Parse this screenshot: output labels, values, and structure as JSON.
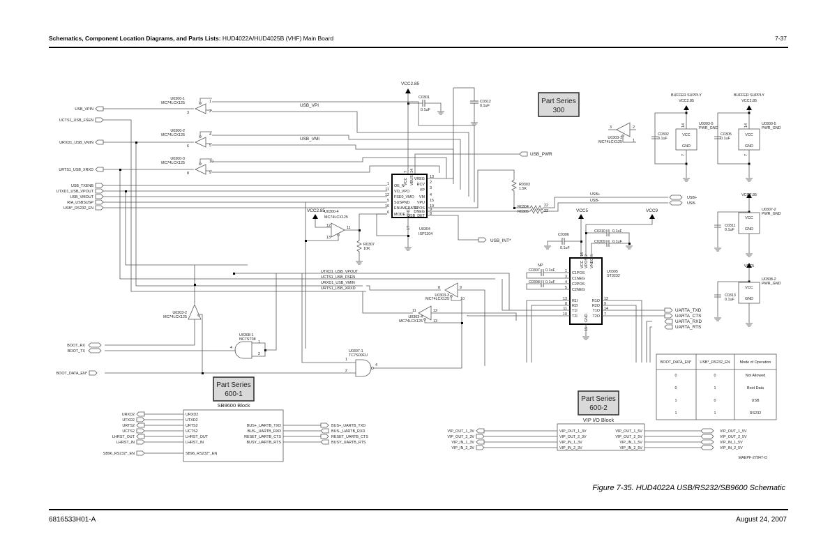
{
  "header": {
    "title_bold": "Schematics, Component Location Diagrams, and Parts Lists:",
    "title_rest": " HUD4022A/HUD4025B (VHF) Main Board",
    "page_number": "7-37"
  },
  "caption": "Figure 7-35. HUD4022A USB/RS232/SB9600 Schematic",
  "footer": {
    "doc_number": "6816533H01-A",
    "date": "August 24, 2007"
  },
  "drawing_id": "MAEPF-27847-O",
  "left_ports": [
    "USB_VPIN",
    "UCTS1_USB_FSEN",
    "URXD1_USB_VMIN",
    "URTS1_USB_XRXD",
    "USB_TXENB",
    "UTXD1_USB_VPOUT",
    "USB_VMOUT",
    "RIA_USBSUSP",
    "USB*_RS232_EN"
  ],
  "buffers": [
    {
      "ref": "U0300-1",
      "part": "MC74LCX125",
      "pins": [
        "1",
        "3",
        "2"
      ]
    },
    {
      "ref": "U0300-2",
      "part": "MC74LCX125",
      "pins": [
        "4",
        "6",
        "5"
      ]
    },
    {
      "ref": "U0300-3",
      "part": "MC74LCX125",
      "pins": [
        "10",
        "8",
        "9"
      ]
    },
    {
      "ref": "U0300-4",
      "part": "MC74LCX125",
      "pins": [
        "12",
        "11",
        "13"
      ]
    }
  ],
  "nets": {
    "usb_vpi": "USB_VPI",
    "usb_vmi": "USB_VMI",
    "usb_pwr": "USB_PWR",
    "usb_int": "USB_INT*",
    "usb_plus": "USB+",
    "usb_minus": "USB-"
  },
  "power": {
    "vcc285": "VCC2.85",
    "vcc5": "VCC5",
    "vcc9": "VCC9",
    "buffer_supply": "BUFFER SUPPLY"
  },
  "caps": {
    "c0301": {
      "ref": "C0301",
      "val": "0.1uF"
    },
    "c0312": {
      "ref": "C0312",
      "val": "0.1uF"
    },
    "c0302": {
      "ref": "C0302",
      "val": "0.1uF"
    },
    "c0305": {
      "ref": "C0305",
      "val": "0.1uF"
    },
    "c0306": {
      "ref": "C0306",
      "val": "0.1uF"
    },
    "c0310": {
      "ref": "C0310",
      "val": "0.1uF"
    },
    "c0309": {
      "ref": "C0309",
      "val": "0.1uF"
    },
    "c0307": {
      "ref": "C0307",
      "val": "0.1uF"
    },
    "c0308": {
      "ref": "C0308",
      "val": "0.1uF"
    },
    "c0311": {
      "ref": "C0311",
      "val": "0.1uF"
    },
    "c0313": {
      "ref": "C0313",
      "val": "0.1uF"
    },
    "np": "NP"
  },
  "resistors": {
    "r0303": {
      "ref": "R0303",
      "val": "1.5K"
    },
    "r0304": {
      "ref": "R0304",
      "val": "22"
    },
    "r0305": {
      "ref": "R0305",
      "val": "22"
    },
    "r0307": {
      "ref": "R0307",
      "val": "10K"
    }
  },
  "u0304": {
    "ref": "U0304",
    "part": "ISP1104",
    "left": [
      [
        "1",
        "OE_N"
      ],
      [
        "11",
        "VO_VPO"
      ],
      [
        "12",
        "FSE0_VMO"
      ],
      [
        "5",
        "SUSPND"
      ],
      [
        "16",
        "ENUMERATE"
      ],
      [
        "6",
        "MODE"
      ]
    ],
    "right": [
      [
        "13",
        "VREG"
      ],
      [
        "2",
        "RCV"
      ],
      [
        "3",
        "VP"
      ],
      [
        "4",
        "VM"
      ],
      [
        "15",
        "VPU"
      ],
      [
        "10",
        "DPOS"
      ],
      [
        "9",
        "DNEG"
      ],
      [
        "8",
        "USB_DET"
      ]
    ],
    "top": [
      [
        "7",
        "VCC"
      ],
      [
        "14",
        "VBUS"
      ]
    ],
    "bottom": [
      [
        "17",
        "GND"
      ]
    ]
  },
  "u0305": {
    "ref": "U0305",
    "part": "ST3232",
    "left": [
      [
        "1",
        "C1POS"
      ],
      [
        "3",
        "C1NEG"
      ],
      [
        "4",
        "C2POS"
      ],
      [
        "5",
        "C2NEG"
      ],
      [
        "13",
        "R1I"
      ],
      [
        "8",
        "R2I"
      ],
      [
        "11",
        "T1I"
      ],
      [
        "10",
        "T2I"
      ]
    ],
    "right": [
      [
        "12",
        "R1O"
      ],
      [
        "9",
        "R2O"
      ],
      [
        "14",
        "T1O"
      ],
      [
        "7",
        "T2O"
      ]
    ],
    "top": [
      [
        "16",
        "VCC"
      ],
      [
        "2",
        "VPOS"
      ],
      [
        "6",
        "VNEG"
      ]
    ],
    "bottom": [
      [
        "15",
        "GND"
      ]
    ]
  },
  "pwr_blocks": [
    {
      "ref": "U0303-5",
      "sub": "PWR_GND",
      "vcc": "VCC",
      "gnd": "GND",
      "p1": "14",
      "p2": "7"
    },
    {
      "ref": "U0300-5",
      "sub": "PWR_GND",
      "vcc": "VCC",
      "gnd": "GND",
      "p1": "14",
      "p2": "7"
    },
    {
      "ref": "U0307-2",
      "sub": "PWR_GND",
      "vcc": "VCC",
      "gnd": "GND",
      "p1": "5",
      "p2": "3"
    },
    {
      "ref": "U0308-2",
      "sub": "PWR_GND",
      "vcc": "VCC",
      "gnd": "GND",
      "p1": "5",
      "p2": "3"
    }
  ],
  "u0303": {
    "b1": {
      "ref": "U0303-1",
      "part": "MC74LCX125",
      "pins": [
        "3",
        "2",
        "1"
      ]
    },
    "b2": {
      "ref": "U0303-2",
      "part": "MC74LCX125",
      "pins": [
        "5",
        "6",
        "4"
      ]
    },
    "b3": {
      "ref": "U0303-3",
      "part": "MC74LCX125",
      "pins": [
        "8",
        "9",
        "10"
      ]
    },
    "b4": {
      "ref": "U0303-4",
      "part": "MC74LCX125",
      "pins": [
        "11",
        "12",
        "13"
      ]
    }
  },
  "u0308_1": {
    "ref": "U0308-1",
    "part": "NC7ST08",
    "pins": [
      "1",
      "2",
      "4"
    ]
  },
  "u0307_1": {
    "ref": "U0307-1",
    "part": "TC7S00FU",
    "pins": [
      "1",
      "2",
      "4"
    ]
  },
  "mid_nets": [
    "UTXD1_USB_VPOUT",
    "UCTS1_USB_FSEN",
    "URXD1_USB_VMIN",
    "URTS1_USB_XRXD"
  ],
  "uart_ports": [
    "UARTA_TXD",
    "UARTA_CTS",
    "UARTA_RXD",
    "UARTA_RTS"
  ],
  "boot_ports": [
    "BOOT_RX",
    "BOOT_TX",
    "BOOT_DATA_EN*"
  ],
  "part_series": {
    "s300": [
      "Part Series",
      "300"
    ],
    "s600_1": [
      "Part Series",
      "600-1"
    ],
    "s600_2": [
      "Part Series",
      "600-2"
    ]
  },
  "sb9600": {
    "title": "SB9600 Block",
    "left": [
      "URXD2",
      "UTXD2",
      "URTS2",
      "UCTS2",
      "LHRST_OUT",
      "LHRST_IN",
      "SB96_RS232*_EN"
    ],
    "right": [
      "BUS+_UARTB_TXD",
      "BUS-_UARTB_RXD",
      "RESET_UARTB_CTS",
      "BUSY_UARTB_RTS"
    ]
  },
  "vip": {
    "title": "VIP I/O Block",
    "left": [
      "VIP_OUT_1_3V",
      "VIP_OUT_2_3V",
      "VIP_IN_1_3V",
      "VIP_IN_2_3V"
    ],
    "right": [
      "VIP_OUT_1_5V",
      "VIP_OUT_2_5V",
      "VIP_IN_1_5V",
      "VIP_IN_2_5V"
    ]
  },
  "mode_table": {
    "headers": [
      "BOOT_DATA_EN*",
      "USB*_RS232_EN",
      "Mode of Operation"
    ],
    "rows": [
      [
        "0",
        "0",
        "Not Allowed"
      ],
      [
        "0",
        "1",
        "Boot Data"
      ],
      [
        "1",
        "0",
        "USB"
      ],
      [
        "1",
        "1",
        "RS232"
      ]
    ]
  }
}
